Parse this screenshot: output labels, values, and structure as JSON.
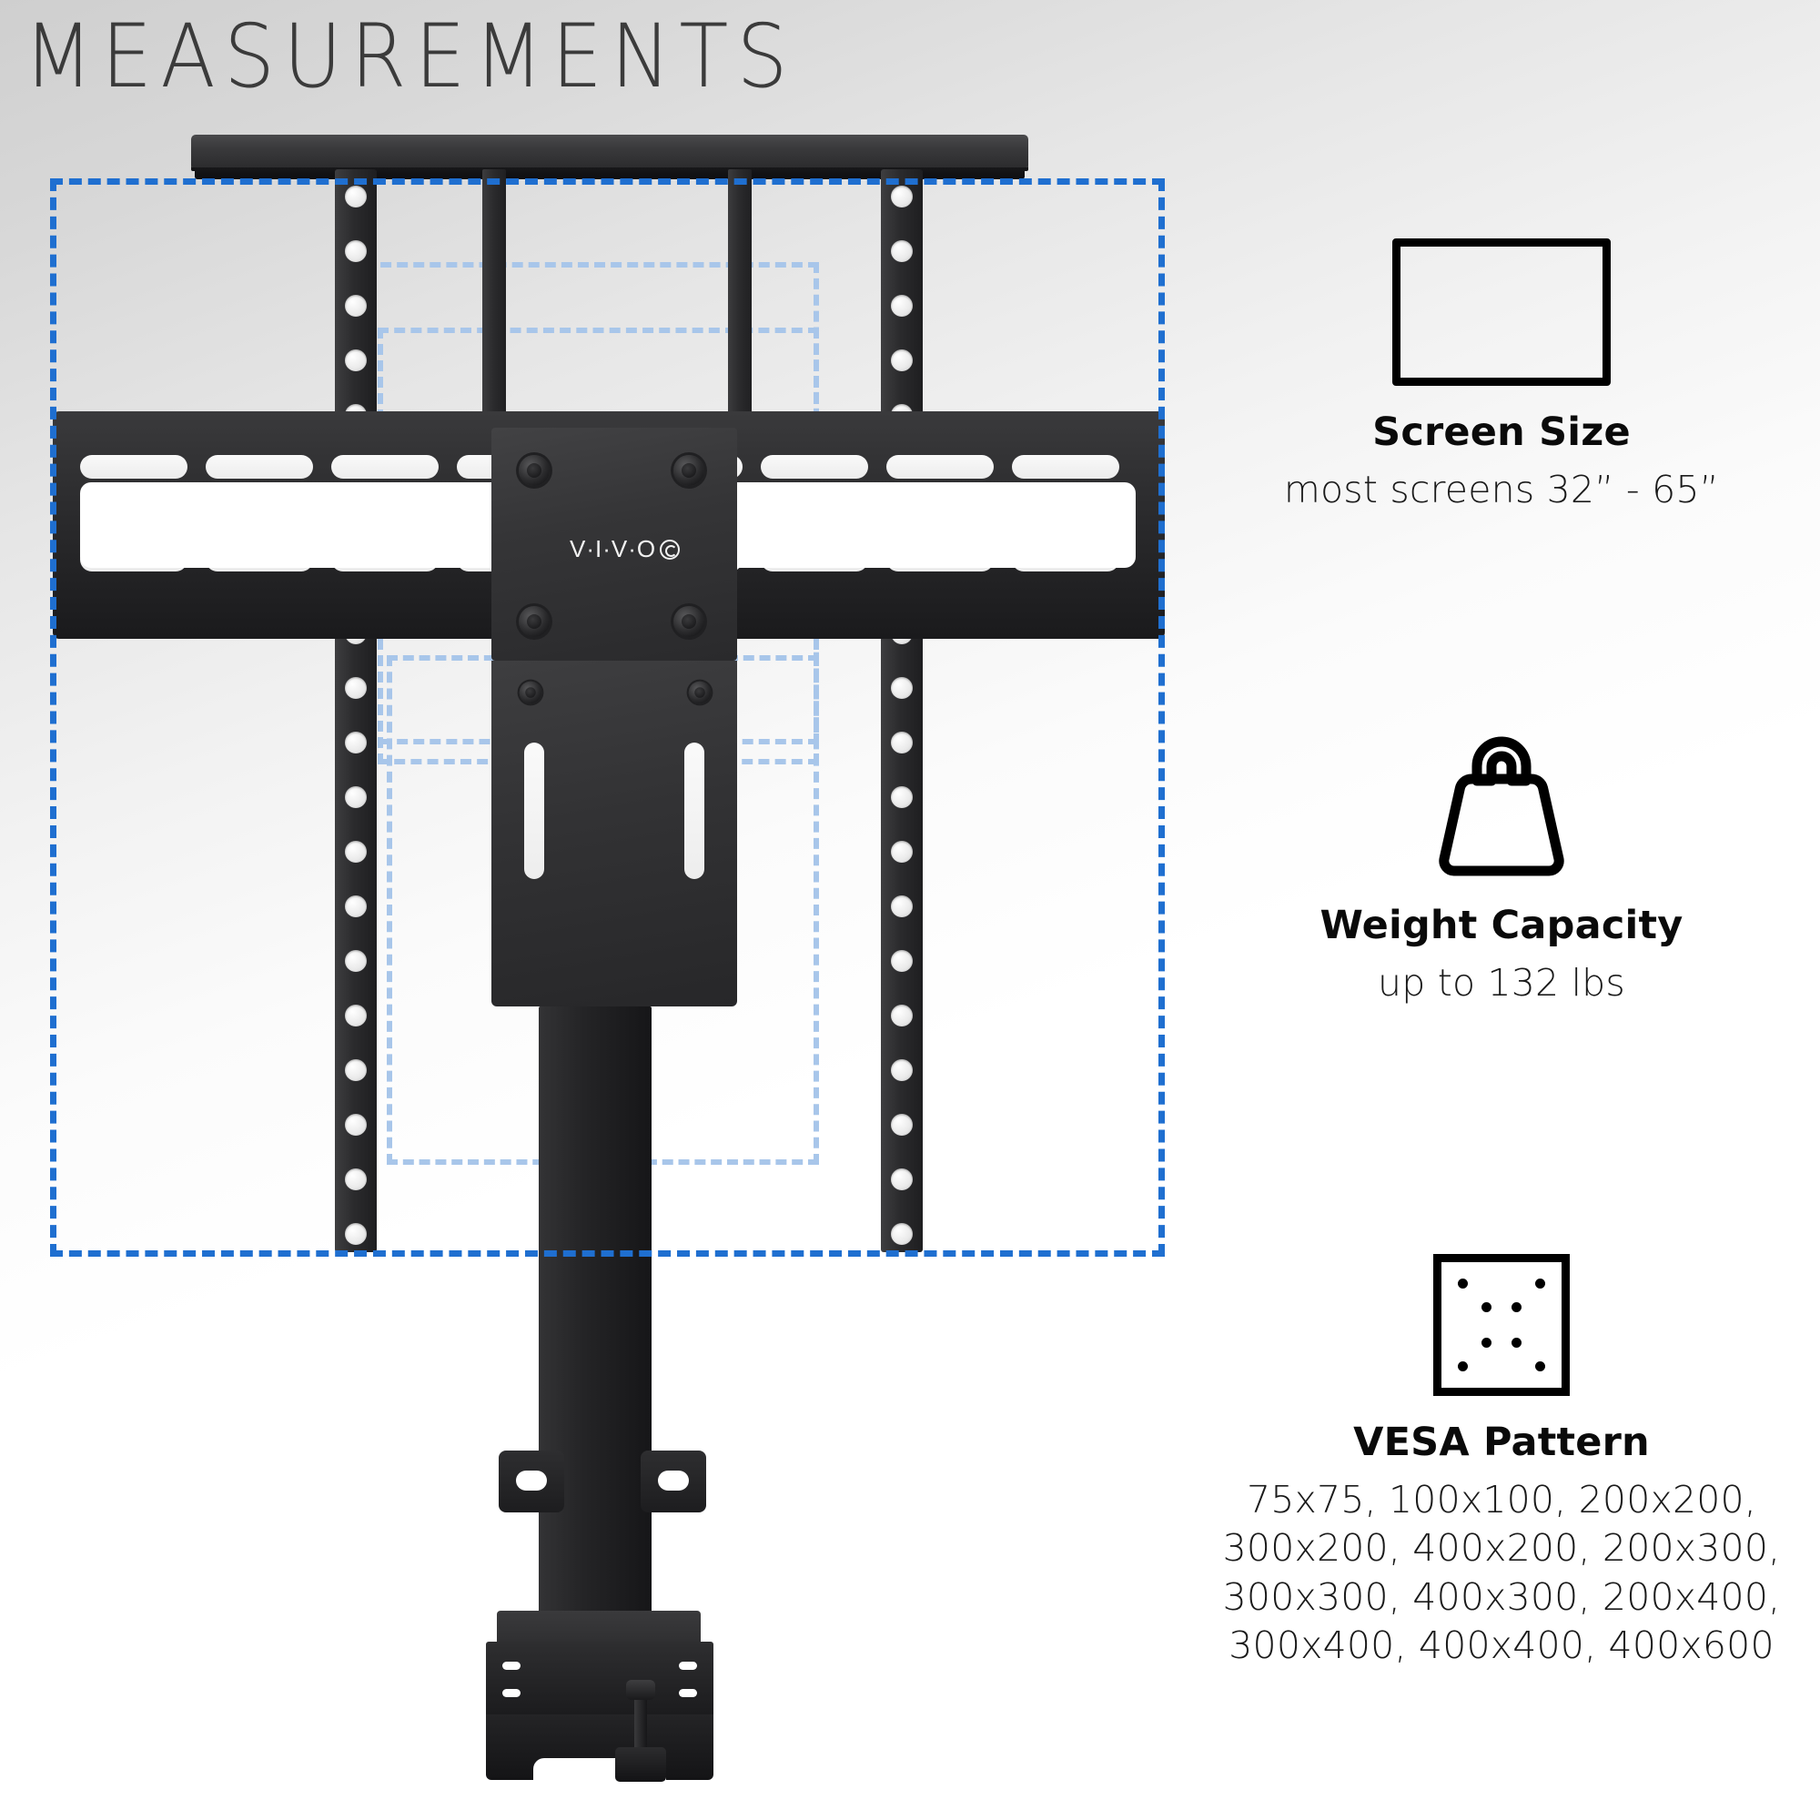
{
  "page": {
    "title": "MEASUREMENTS",
    "background_top": "#cfcfcf",
    "background_bottom": "#ffffff",
    "accent_blue": "#1f6fd0",
    "accent_blue_light": "#a8c6ea",
    "product_color": "#1e1e20"
  },
  "product": {
    "brand_logo": "V·I·V·O",
    "brand_mark_icon": "vivo-swirl-icon"
  },
  "features": [
    {
      "id": "screen-size",
      "icon": "tv-screen-icon",
      "title": "Screen Size",
      "lines": [
        "most screens 32” - 65”"
      ]
    },
    {
      "id": "weight-capacity",
      "icon": "weight-icon",
      "title": "Weight Capacity",
      "lines": [
        "up to 132 lbs"
      ]
    },
    {
      "id": "vesa-pattern",
      "icon": "vesa-plate-icon",
      "title": "VESA Pattern",
      "lines": [
        "75x75, 100x100, 200x200,",
        "300x200, 400x200, 200x300,",
        "300x300, 400x300, 200x400,",
        "300x400, 400x400, 400x600"
      ]
    }
  ]
}
